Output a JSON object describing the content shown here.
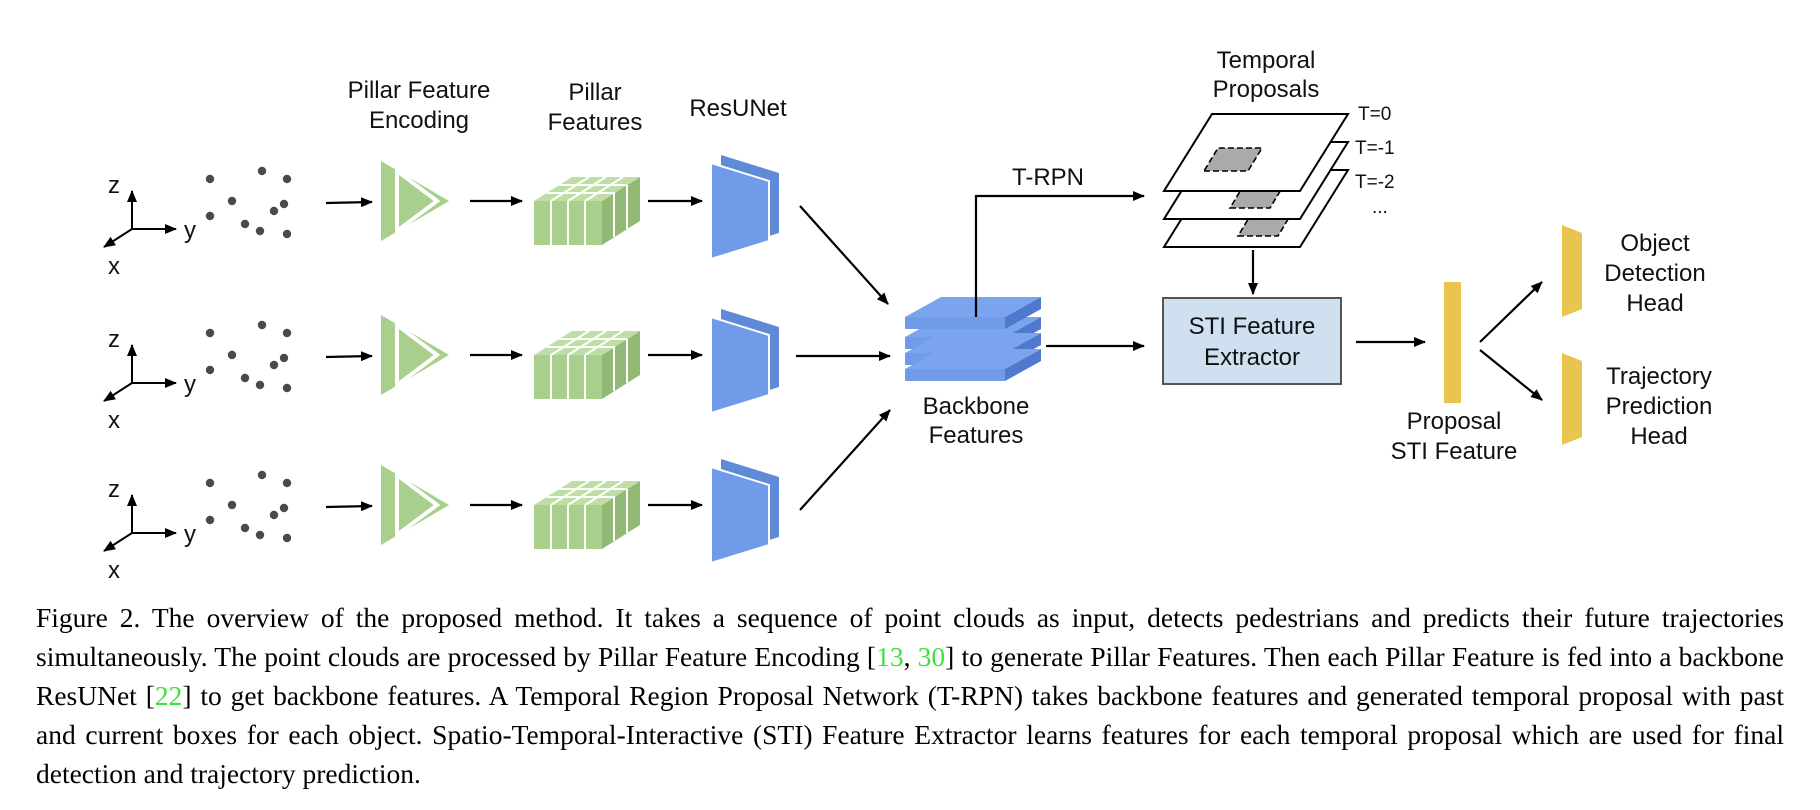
{
  "figure": {
    "axis_labels": {
      "z": "z",
      "y": "y",
      "x": "x"
    },
    "stages": {
      "pfe": [
        "Pillar Feature",
        "Encoding"
      ],
      "pf": [
        "Pillar",
        "Features"
      ],
      "resunet": [
        "ResUNet"
      ],
      "backbone": [
        "Backbone",
        "Features"
      ],
      "trpn": "T-RPN",
      "temporal": [
        "Temporal",
        "Proposals"
      ],
      "time_labels": [
        "T=0",
        "T=-1",
        "T=-2",
        "..."
      ],
      "sti_extractor": [
        "STI Feature",
        "Extractor"
      ],
      "proposal_sti": [
        "Proposal",
        "STI Feature"
      ],
      "obj_head": [
        "Object",
        "Detection",
        "Head"
      ],
      "traj_head": [
        "Trajectory",
        "Prediction",
        "Head"
      ]
    },
    "colors": {
      "green_fill": "#a9cf8c",
      "green_dark": "#93b977",
      "blue_fill": "#6f9be8",
      "blue_dark": "#4e79cc",
      "yellow": "#e9c44f",
      "sti_box": "#cfe0f1",
      "ref_green": "#3fe03f"
    }
  },
  "caption": {
    "p1": "Figure 2. The overview of the proposed method. It takes a sequence of point clouds as input, detects pedestrians and predicts their future trajectories simultaneously. The point clouds are processed by Pillar Feature Encoding [",
    "r1": "13",
    "s1": ", ",
    "r2": "30",
    "p2": "] to generate Pillar Features. Then each Pillar Feature is fed into a backbone ResUNet [",
    "r3": "22",
    "p3": "] to get backbone features.  A Temporal Region Proposal Network (T-RPN) takes backbone features and generated temporal proposal with past and current boxes for each object. Spatio-Temporal-Interactive (STI) Feature Extractor learns features for each temporal proposal which are used for final detection and trajectory prediction."
  }
}
